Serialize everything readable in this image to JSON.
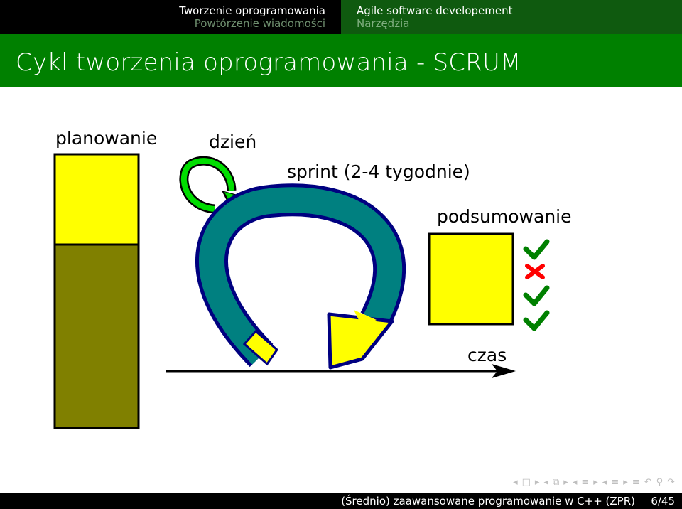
{
  "nav": {
    "left": {
      "section": "Tworzenie oprogramowania",
      "subsection": "Powtórzenie wiadomości"
    },
    "right": {
      "section": "Agile software developement",
      "subsection": "Narzędzia"
    }
  },
  "frame_title": "Cykl tworzenia oprogramowania - SCRUM",
  "diagram": {
    "labels": {
      "planning": "planowanie",
      "day": "dzień",
      "sprint": "sprint (2-4 tygodnie)",
      "review": "podsumowanie",
      "time": "czas"
    },
    "review_marks": [
      "check",
      "cross",
      "check",
      "check"
    ],
    "colors": {
      "planning_top": "#ffff00",
      "planning_bottom": "#808000",
      "sprint_arrow_body": "#008080",
      "sprint_arrow_border": "#000080",
      "sprint_arrow_head": "#ffff00",
      "day_arrow": "#00dd00",
      "review_box": "#ffff00",
      "check": "#008000",
      "cross": "#ff0000",
      "header_left": "#000000",
      "header_right": "#0f5a0f",
      "title_bar": "#008000"
    }
  },
  "nav_symbols": [
    "prev-frame-icon",
    "frame-icon",
    "next-frame-icon",
    "prev-subsection-icon",
    "subsection-icon",
    "next-subsection-icon",
    "prev-section-icon",
    "section-icon",
    "next-section-icon",
    "align-icon",
    "undo-icon",
    "search-icon",
    "redo-icon"
  ],
  "footer": {
    "text": "(Średnio) zaawansowane programowanie w C++ (ZPR)",
    "page": "6/45"
  }
}
